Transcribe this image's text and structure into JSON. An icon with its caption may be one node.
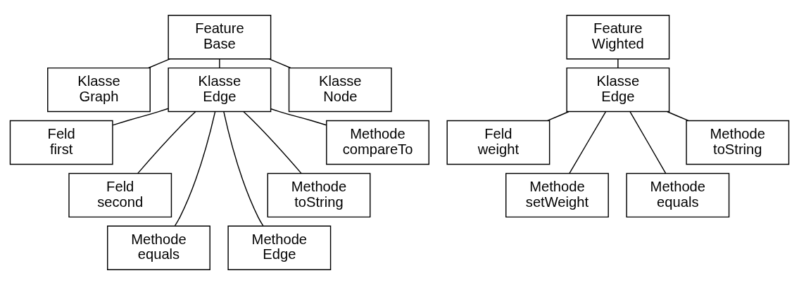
{
  "diagram": {
    "nodes": [
      {
        "text": [
          "Feature Base"
        ]
      },
      {
        "text": [
          "Klasse Graph"
        ]
      },
      {
        "text": [
          "Klasse Edge"
        ]
      },
      {
        "text": [
          "Klasse Node"
        ]
      },
      {
        "text": [
          "Feld first"
        ]
      },
      {
        "text": [
          "Feld second"
        ]
      },
      {
        "text": [
          "Methode equals"
        ]
      },
      {
        "text": [
          "Methode Edge"
        ]
      },
      {
        "text": [
          "Methode toString"
        ]
      },
      {
        "text": [
          "Methode compareTo"
        ]
      },
      {
        "text": [
          "Feature Wighted"
        ]
      },
      {
        "text": [
          "Klasse Edge"
        ]
      },
      {
        "text": [
          "Feld weight"
        ]
      },
      {
        "text": [
          "Methode setWeight"
        ]
      },
      {
        "text": [
          "Methode equals"
        ]
      },
      {
        "text": [
          "Methode toString"
        ]
      }
    ],
    "edges": [
      {
        "from": 0,
        "to": 1,
        "arrow": "none"
      },
      {
        "from": 0,
        "to": 2,
        "arrow": "none"
      },
      {
        "from": 0,
        "to": 3,
        "arrow": "none"
      },
      {
        "from": 2,
        "to": 4,
        "arrow": "none"
      },
      {
        "from": 2,
        "to": 5,
        "arrow": "none"
      },
      {
        "from": 2,
        "to": 6,
        "arrow": "none"
      },
      {
        "from": 2,
        "to": 7,
        "arrow": "none"
      },
      {
        "from": 2,
        "to": 8,
        "arrow": "none"
      },
      {
        "from": 2,
        "to": 9,
        "arrow": "none"
      },
      {
        "from": 10,
        "to": 11,
        "arrow": "none"
      },
      {
        "from": 11,
        "to": 12,
        "arrow": "none"
      },
      {
        "from": 11,
        "to": 13,
        "arrow": "none"
      },
      {
        "from": 11,
        "to": 14,
        "arrow": "none"
      },
      {
        "from": 11,
        "to": 15,
        "arrow": "none"
      }
    ]
  }
}
